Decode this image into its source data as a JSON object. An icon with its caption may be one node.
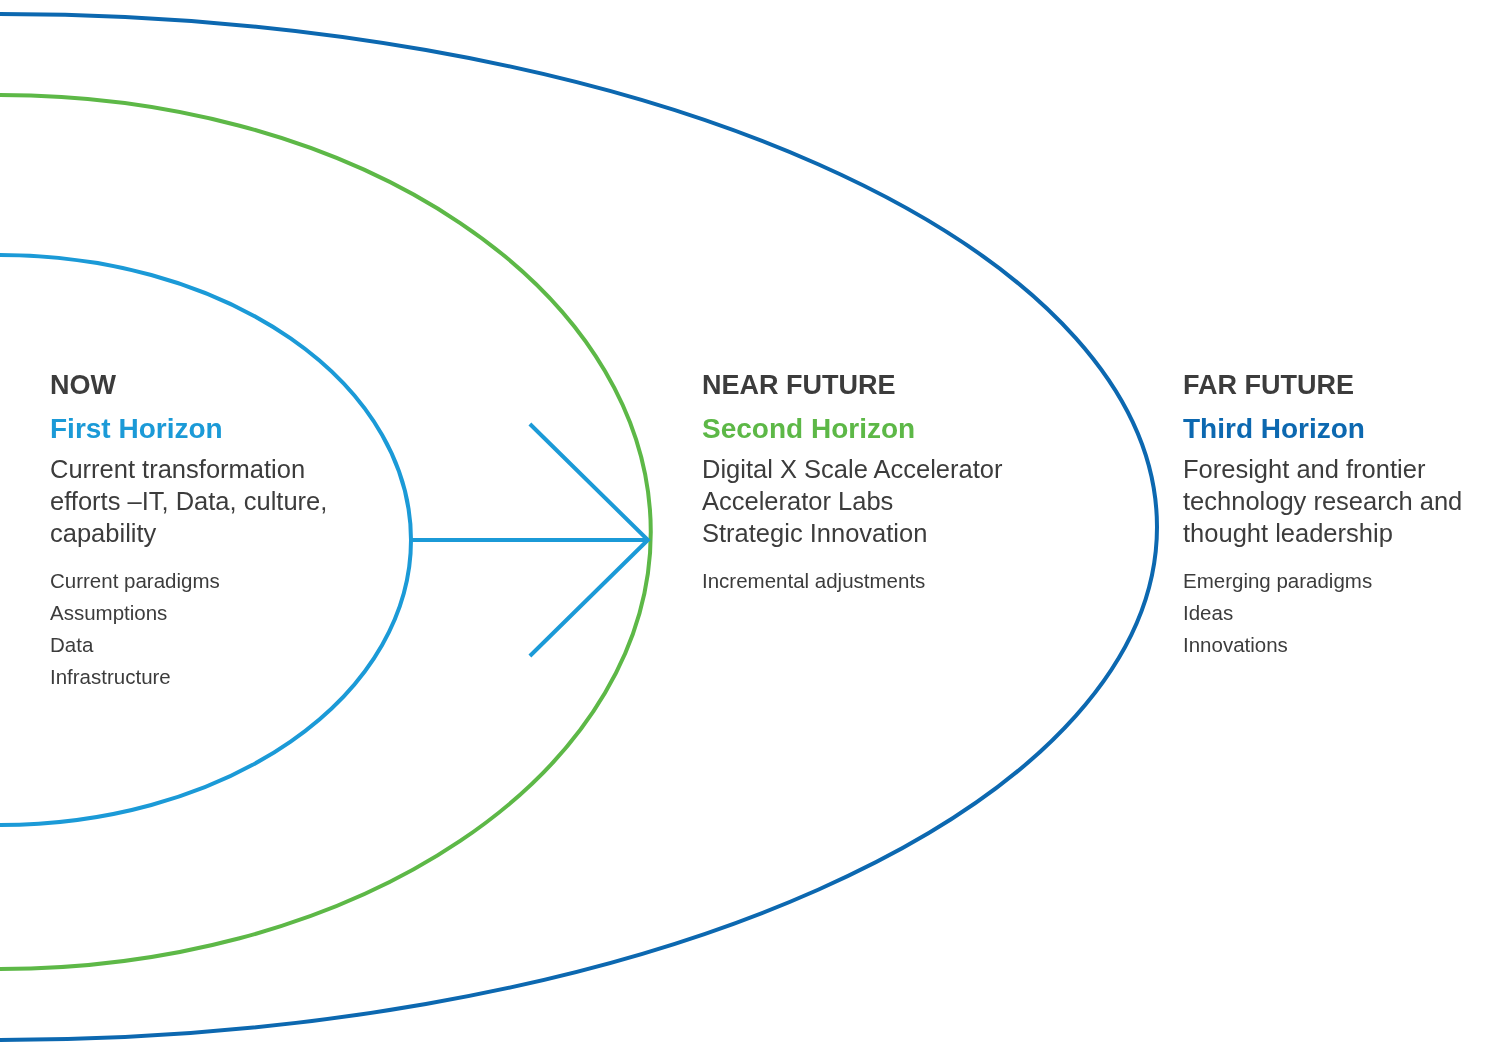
{
  "diagram": {
    "nodes": [
      {
        "text": [],
        "shape": "ellipse",
        "beside": [
          "FAR FUTURE",
          "Third Horizon",
          "Foresight and frontier technology research and thought leadership",
          "Emerging paradigms",
          "Ideas",
          "Innovations"
        ]
      },
      {
        "text": [],
        "shape": "ellipse",
        "in": 0,
        "beside": [
          "NEAR FUTURE",
          "Second Horizon",
          "Digital X Scale Accelerator",
          "Accelerator Labs",
          "Strategic Innovation",
          "Incremental adjustments"
        ]
      },
      {
        "text": [
          "NOW",
          "First Horizon",
          "Current transformation efforts –IT, Data, culture, capability",
          "Current paradigms",
          "Assumptions",
          "Data",
          "Infrastructure"
        ],
        "in": 1
      }
    ],
    "edges": [
      {
        "from": 2,
        "to": 1,
        "arrow": "to"
      }
    ]
  }
}
